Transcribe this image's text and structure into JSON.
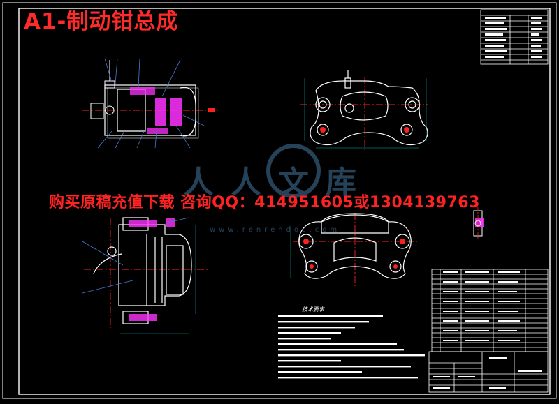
{
  "title": "A1-制动钳总成",
  "ad_text": "购买原稿充值下载 咨询QQ：414951605或1304139763",
  "watermark": {
    "text": "www.renrendoc.com",
    "chars": [
      "人",
      "人",
      "文",
      "库"
    ]
  },
  "notes_title": "技术要求",
  "colors": {
    "background": "#000000",
    "lines": "#ffffff",
    "red_text": "#ff2222",
    "magenta_hatch": "#ff33ff",
    "centerline": "#ff2020",
    "dimension": "#00b0b0",
    "leader": "#4a7ad0",
    "watermark": "#2b4a63"
  }
}
